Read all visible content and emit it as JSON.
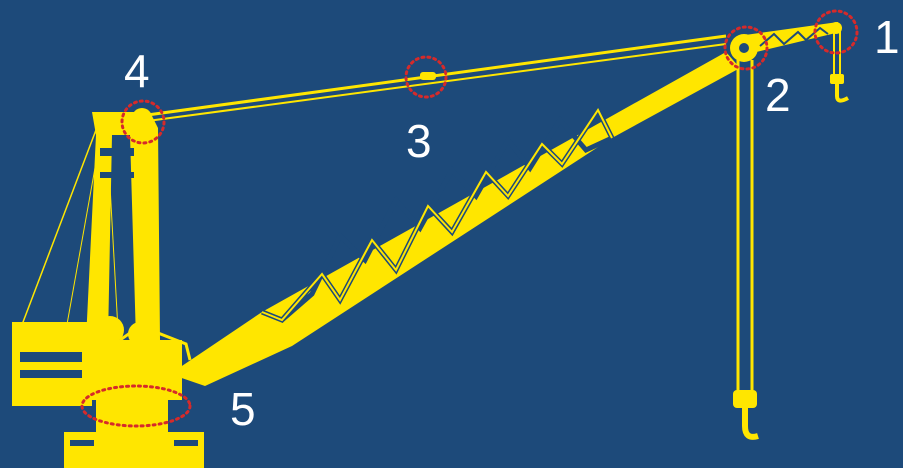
{
  "colors": {
    "background": "#1d4a7a",
    "crane": "#ffe600",
    "marker": "#d62a2a",
    "label": "#ffffff"
  },
  "callouts": [
    {
      "label": "1",
      "target": "jib-tip-sheave"
    },
    {
      "label": "2",
      "target": "boom-tip-sheave"
    },
    {
      "label": "3",
      "target": "pendant-line-connection"
    },
    {
      "label": "4",
      "target": "a-frame-top-connection"
    },
    {
      "label": "5",
      "target": "boom-foot-pin"
    }
  ]
}
